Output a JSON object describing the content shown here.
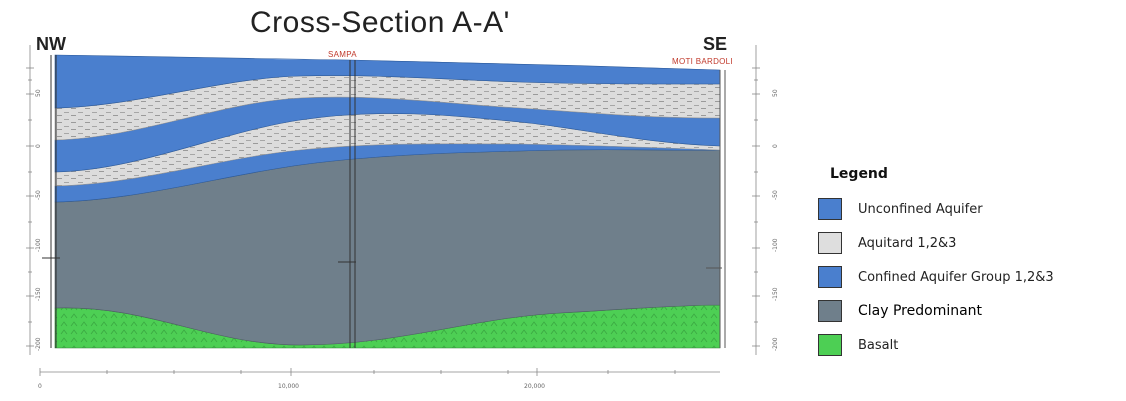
{
  "title": "Cross-Section A-A'",
  "directions": {
    "left": "NW",
    "right": "SE"
  },
  "wells": {
    "middle": "SAMPA",
    "right": "MOTI BARDOLI"
  },
  "x_axis_ticks": [
    "0",
    "10,000",
    "20,000"
  ],
  "depth_ticks": [
    "50",
    "0",
    "-50",
    "-100",
    "-150",
    "-200"
  ],
  "legend": {
    "title": "Legend",
    "items": [
      {
        "label": "Unconfined Aquifer",
        "color": "#4a7fce"
      },
      {
        "label": "Aquitard 1,2&3",
        "color": "#dedede"
      },
      {
        "label": "Confined Aquifer Group 1,2&3",
        "color": "#4a7fce"
      },
      {
        "label": "Clay Predominant",
        "color": "#6f7f8b"
      },
      {
        "label": "Basalt",
        "color": "#4dcf54"
      }
    ]
  }
}
